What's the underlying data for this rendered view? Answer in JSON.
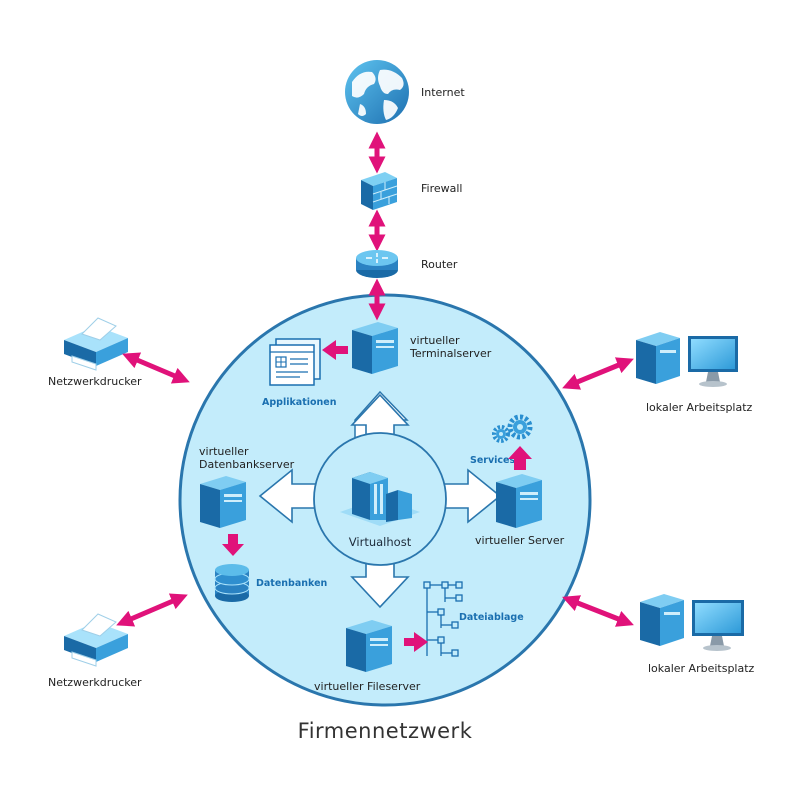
{
  "title": "Firmennetzwerk",
  "nodes": {
    "internet": "Internet",
    "firewall": "Firewall",
    "router": "Router",
    "terminal_line1": "virtueller",
    "terminal_line2": "Terminalserver",
    "applikationen": "Applikationen",
    "db_line1": "virtueller",
    "db_line2": "Datenbankserver",
    "datenbanken": "Datenbanken",
    "virtualhost": "Virtualhost",
    "services": "Services",
    "virt_server": "virtueller Server",
    "dateiablage": "Dateiablage",
    "fileserver": "virtueller Fileserver",
    "printer_top": "Netzwerkdrucker",
    "printer_bottom": "Netzwerkdrucker",
    "ws_top": "lokaler Arbeitsplatz",
    "ws_bottom": "lokaler Arbeitsplatz"
  },
  "colors": {
    "arrow": "#e0127a",
    "circle_fill": "#c3ecfb",
    "circle_stroke": "#2a76ad",
    "server_dark": "#1a6aa6",
    "server_light": "#3aa0dc",
    "accent_blue": "#1a6fb0"
  },
  "icons": [
    "globe-icon",
    "firewall-icon",
    "router-icon",
    "server-icon",
    "application-window-icon",
    "database-icon",
    "gears-icon",
    "file-tree-icon",
    "building-icon",
    "printer-icon",
    "workstation-icon"
  ]
}
